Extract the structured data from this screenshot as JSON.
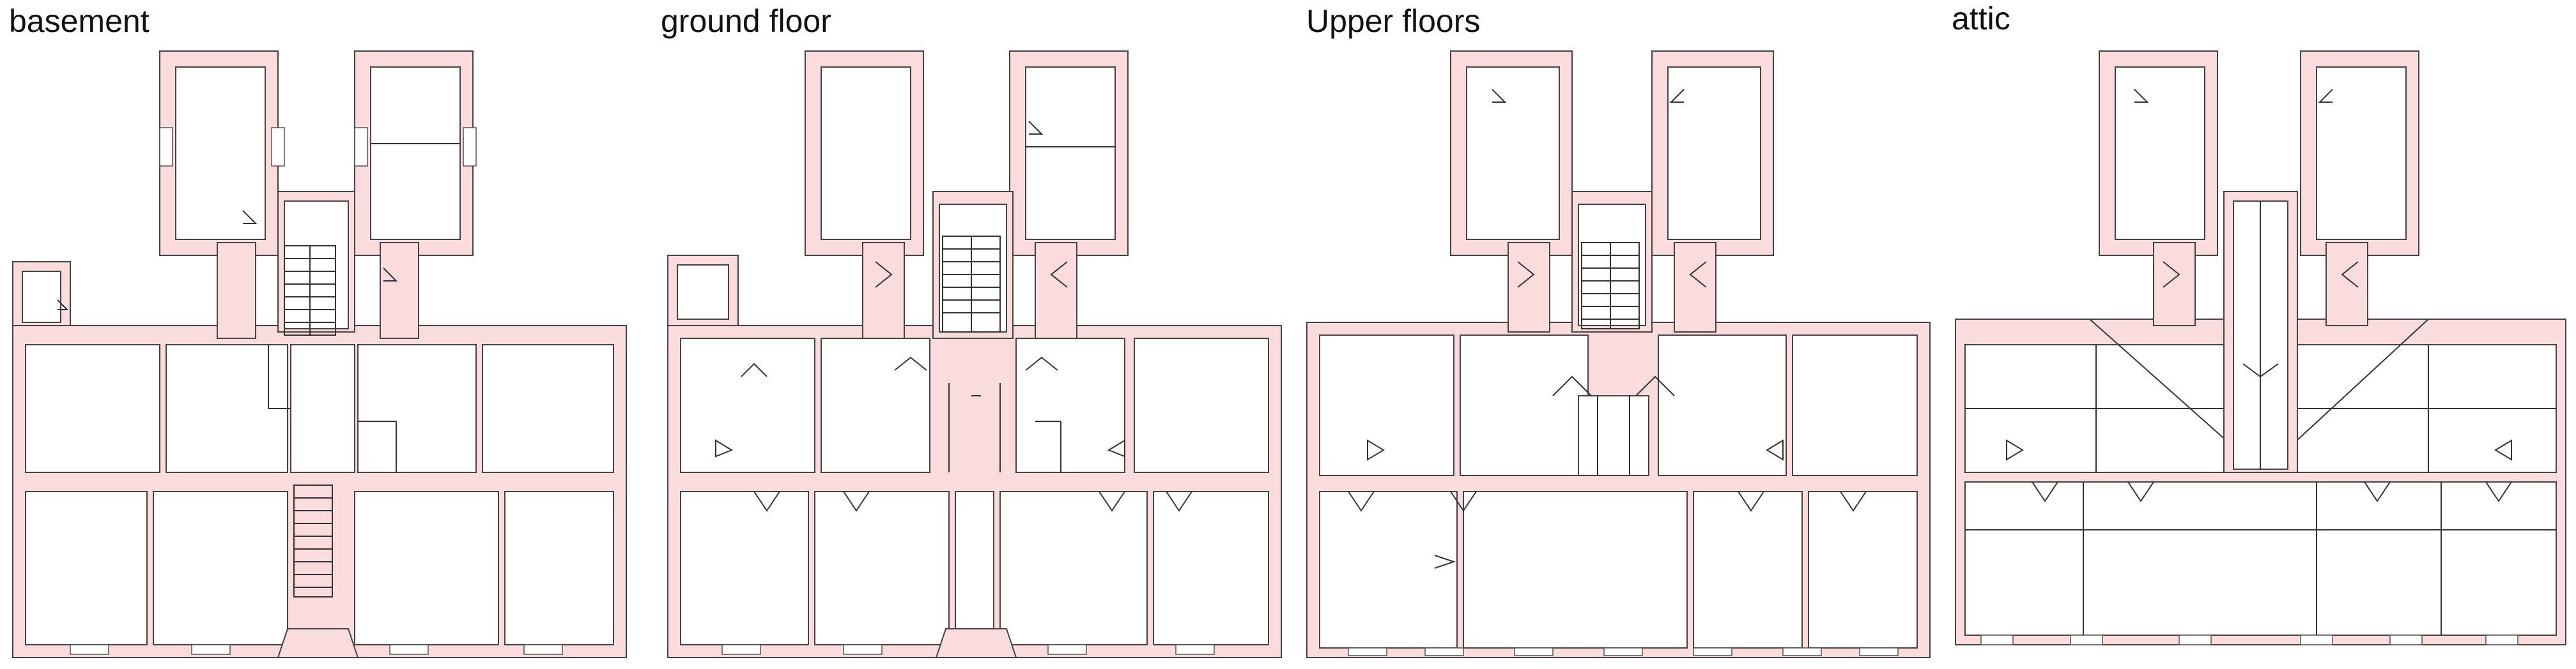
{
  "panels": [
    {
      "title": "basement"
    },
    {
      "title": "ground floor"
    },
    {
      "title": "Upper floors"
    },
    {
      "title": "attic"
    }
  ],
  "colors": {
    "wall_fill": "#fbdcdc",
    "line": "#444444",
    "background": "#ffffff"
  }
}
